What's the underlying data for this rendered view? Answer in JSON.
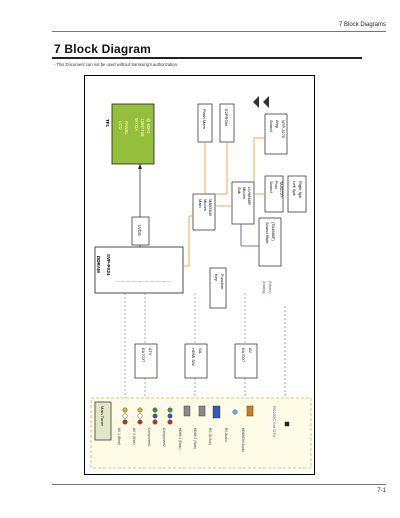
{
  "header": {
    "section": "7 Block Diagrams"
  },
  "title": "7 Block Diagram",
  "notice": "- This Document can not be used without Samsung's authorization.",
  "footer": {
    "page": "7-1"
  },
  "diagram": {
    "lcd": [
      "LCD",
      "PANEL",
      "WXGA",
      "1366*768",
      "@ 60Hz"
    ],
    "tag_1": "TF1",
    "flash": "Flash Mem",
    "eeprom": "E2PROM",
    "sound_amp": [
      "Sound",
      "Amp",
      "NTP-3270"
    ],
    "sound_proc": [
      "Sound",
      "Proc",
      "TAS5727"
    ],
    "spk": [
      "Left Spk",
      "Right Spk"
    ],
    "main_micom": [
      "Main",
      "Micom",
      "MB95640"
    ],
    "sub_micom": [
      "Sub",
      "Micom",
      "LIV9866R"
    ],
    "sound_mute": [
      "Sound Mute",
      "(TA4680F)"
    ],
    "lvds": "LVDS",
    "ddram": "DDRAM",
    "svp": "SVP-PX24",
    "key": [
      "Key",
      "Function"
    ],
    "analog": [
      "Analog",
      "(Mono)"
    ],
    "mux_a": [
      "EA7037",
      "ATV"
    ],
    "hdmi_sw": [
      "HDMI SW",
      "SIL"
    ],
    "mux_b": [
      "EA7037",
      "AV"
    ],
    "inputs": [
      "Main Tuner",
      "AV 1 (Rear)",
      "AV 2 (Side)",
      "Component1",
      "Component2",
      "HDMI 1 (Rear)",
      "HDMI 2 (Side)",
      "PC (D-Sub)",
      "PC Audio",
      "HDMI/DVI Audio",
      "RS232C For DTV"
    ],
    "main_tuner": "Main Tuner",
    "rs232": "RS232C For DTV"
  }
}
